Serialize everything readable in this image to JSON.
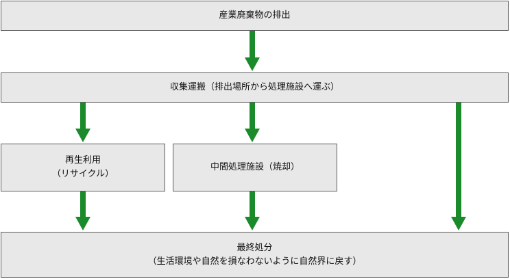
{
  "diagram": {
    "source": {
      "label": "産業廃棄物の排出"
    },
    "collection": {
      "label": "収集運搬（排出場所から処理施設へ運ぶ）"
    },
    "recycling": {
      "line1": "再生利用",
      "line2": "（リサイクル）"
    },
    "intermediate": {
      "label": "中間処理施設（焼却）"
    },
    "final_disposal": {
      "line1": "最終処分",
      "line2": "（生活環境や自然を損なわないように自然界に戻す）"
    }
  },
  "colors": {
    "arrow": "#1a8a2a",
    "box_fill": "#e8e8e8",
    "box_border": "#5a5a5a"
  }
}
